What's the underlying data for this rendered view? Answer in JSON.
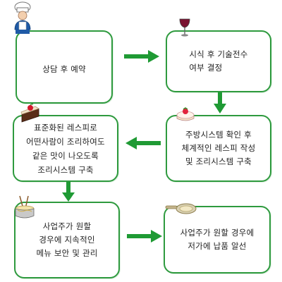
{
  "diagram": {
    "steps": [
      {
        "id": "step-1",
        "text": "상담 후 예약"
      },
      {
        "id": "step-2",
        "text": "시식 후 기술전수\n여부 결정"
      },
      {
        "id": "step-3",
        "text": "주방시스템 확인 후\n체계적인 레스피 작성\n및 조리시스템 구축"
      },
      {
        "id": "step-4",
        "text": "표준화된 레스피로\n어떤사람이 조리하여도\n같은 맛이 나오도록\n조리시스템 구축"
      },
      {
        "id": "step-5",
        "text": "사업주가 원할\n경우에 지속적인\n메뉴 보안 및 관리"
      },
      {
        "id": "step-6",
        "text": "사업주가 원할 경우에\n저가에 납품 알선"
      }
    ],
    "icons": [
      {
        "step": "step-1",
        "icon": "chef-icon"
      },
      {
        "step": "step-2",
        "icon": "wine-glass-icon"
      },
      {
        "step": "step-3",
        "icon": "cake-icon"
      },
      {
        "step": "step-4",
        "icon": "cake-slice-icon"
      },
      {
        "step": "step-5",
        "icon": "noodle-pot-icon"
      },
      {
        "step": "step-6",
        "icon": "frying-pan-icon"
      }
    ],
    "colors": {
      "border": "#2e9a3e",
      "arrow": "#1f9a34",
      "text": "#222222"
    }
  }
}
